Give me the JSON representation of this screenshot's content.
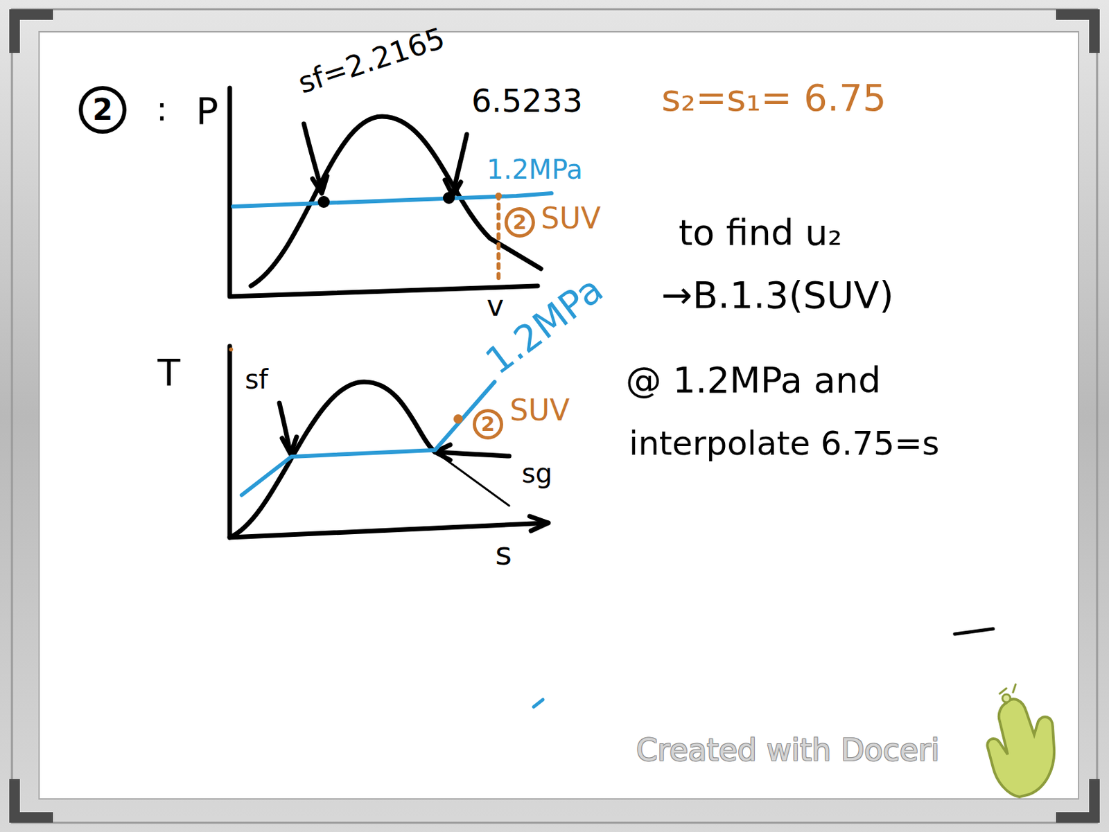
{
  "diagram": {
    "nodes": [
      {
        "text": [
          "2"
        ]
      },
      {
        "text": [
          "2"
        ]
      },
      {
        "text": [
          "2"
        ]
      }
    ],
    "labels": [
      ":",
      "P",
      "sf=2.2165",
      "6.5233",
      "1.2MPa",
      "SUV",
      "v",
      "1.2MPa",
      "T",
      "sf",
      "SUV",
      "sg",
      "s",
      "s₂=s₁= 6.75",
      "to find u₂",
      "→B.1.3(SUV)",
      "@ 1.2MPa and",
      "interpolate 6.75=s",
      "Created with Doceri"
    ]
  }
}
